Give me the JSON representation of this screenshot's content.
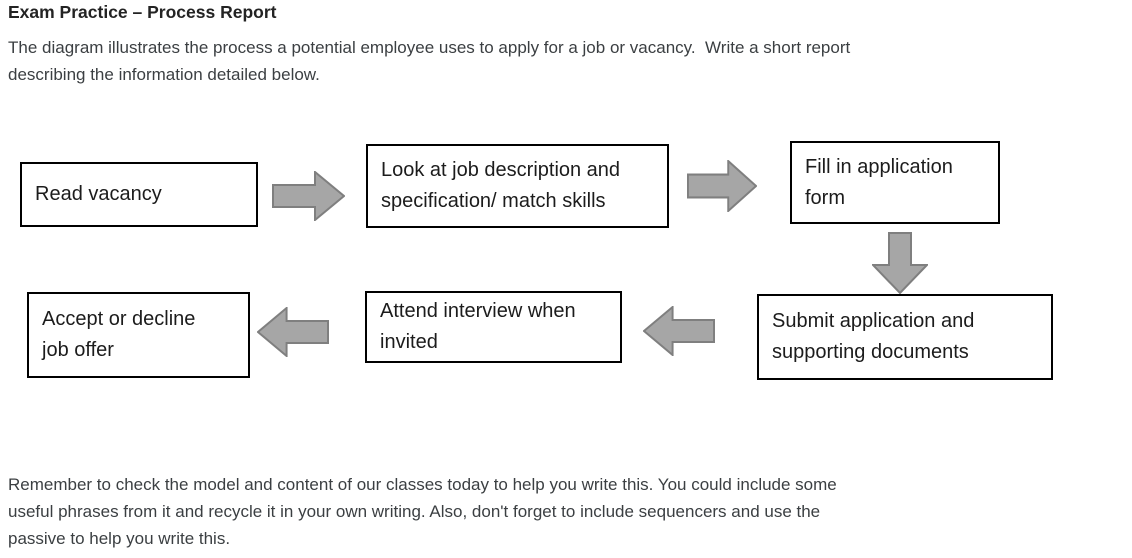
{
  "colors": {
    "title": "#232323",
    "body": "#3b3f42",
    "box_border": "#000000",
    "box_text": "#1c1c1c",
    "arrow_fill": "#a6a6a6",
    "arrow_stroke": "#7f7f7f",
    "background": "#ffffff"
  },
  "header": {
    "title": "Exam Practice – Process Report"
  },
  "intro": {
    "lines": [
      "The diagram illustrates the process a potential employee uses to apply for a job or vacancy.  Write a short report",
      "describing the information detailed below."
    ]
  },
  "diagram": {
    "steps": [
      {
        "label": "Read vacancy"
      },
      {
        "label": "Look at job description and specification/ match skills"
      },
      {
        "label": "Fill in application form"
      },
      {
        "label": "Submit application and supporting documents"
      },
      {
        "label": "Attend interview when invited"
      },
      {
        "label": "Accept or decline job offer"
      }
    ],
    "arrows": [
      {
        "from": "Read vacancy",
        "to": "Look at job description and specification/ match skills",
        "direction": "right"
      },
      {
        "from": "Look at job description and specification/ match skills",
        "to": "Fill in application form",
        "direction": "right"
      },
      {
        "from": "Fill in application form",
        "to": "Submit application and supporting documents",
        "direction": "down"
      },
      {
        "from": "Submit application and supporting documents",
        "to": "Attend interview when invited",
        "direction": "left"
      },
      {
        "from": "Attend interview when invited",
        "to": "Accept or decline job offer",
        "direction": "left"
      }
    ]
  },
  "footer": {
    "lines": [
      "Remember to check the model and content of our classes today to help you write this. You could include some",
      "useful phrases from it and recycle it in your own writing. Also, don't forget to include sequencers and use the",
      "passive to help you write this."
    ]
  }
}
